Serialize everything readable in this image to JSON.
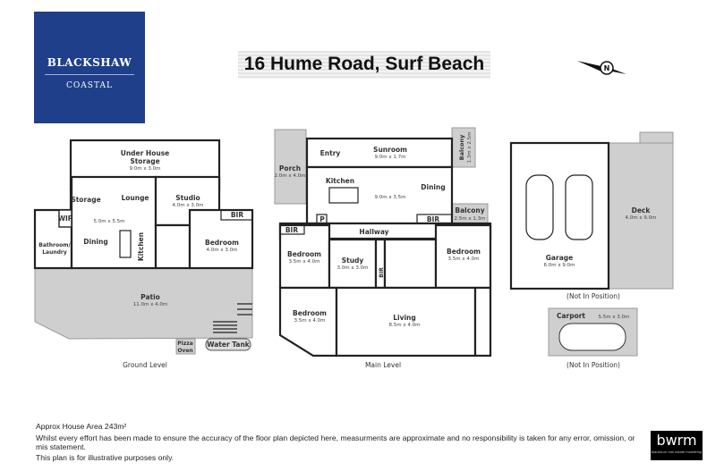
{
  "brand": {
    "name": "BLACKSHAW",
    "sub": "COASTAL",
    "color": "#1f3f8a"
  },
  "title": "16 Hume Road, Surf Beach",
  "compass": {
    "icon": "north-compass-icon",
    "letter": "N"
  },
  "ground": {
    "label": "Ground Level",
    "rooms": [
      {
        "name": "Under House",
        "name2": "Storage",
        "dims": "9.0m x 3.0m"
      },
      {
        "name": "Storage"
      },
      {
        "name": "Lounge"
      },
      {
        "name": "Studio",
        "dims": "4.0m x 3.0m"
      },
      {
        "name": "BIR"
      },
      {
        "name": "WIP"
      },
      {
        "name": "Dining",
        "dims": "5.0m x 5.5m"
      },
      {
        "name": "Kitchen"
      },
      {
        "name": "Bathroom/",
        "name2": "Laundry"
      },
      {
        "name": "Bedroom",
        "dims": "4.0m x 3.0m"
      },
      {
        "name": "Patio",
        "dims": "11.0m x 4.0m"
      },
      {
        "name": "Pizza",
        "name2": "Oven"
      },
      {
        "name": "Water Tank"
      }
    ]
  },
  "main": {
    "label": "Main Level",
    "rooms": [
      {
        "name": "Porch",
        "dims": "2.0m x 4.0m"
      },
      {
        "name": "Entry"
      },
      {
        "name": "Sunroom",
        "dims": "9.0m x 1.7m"
      },
      {
        "name": "Balcony",
        "dims": "1.3m x 2.5m"
      },
      {
        "name": "Kitchen"
      },
      {
        "name": "Dining",
        "dims": "9.0m x 3.5m"
      },
      {
        "name": "Balcony",
        "dims": "2.5m x 1.3m"
      },
      {
        "name": "P"
      },
      {
        "name": "BIR"
      },
      {
        "name": "BIR"
      },
      {
        "name": "Hallway"
      },
      {
        "name": "Bedroom",
        "dims": "3.5m x 4.0m"
      },
      {
        "name": "Study",
        "dims": "3.0m x 3.0m"
      },
      {
        "name": "BIR"
      },
      {
        "name": "Bedroom",
        "dims": "3.5m x 4.0m"
      },
      {
        "name": "Bedroom",
        "dims": "3.5m x 4.0m"
      },
      {
        "name": "Living",
        "dims": "8.5m x 4.0m"
      }
    ]
  },
  "garage": {
    "garage": {
      "name": "Garage",
      "dims": "6.0m x 9.0m"
    },
    "deck": {
      "name": "Deck",
      "dims": "4.0m x 9.0m"
    },
    "carport": {
      "name": "Carport",
      "dims": "5.5m x 3.0m"
    },
    "note": "(Not In Position)"
  },
  "footer": {
    "area": "Approx House Area 243m²",
    "disclaimer": "Whilst every effort has been made to ensure the accuracy of the floor plan depicted here, measurments are approximate and no responsibility is taken for any error, omission, or mis statement.",
    "note": "This plan is for illustrative purposes only.",
    "logo": "bwrm",
    "logo_sub": "blackburn real estate marketing"
  }
}
